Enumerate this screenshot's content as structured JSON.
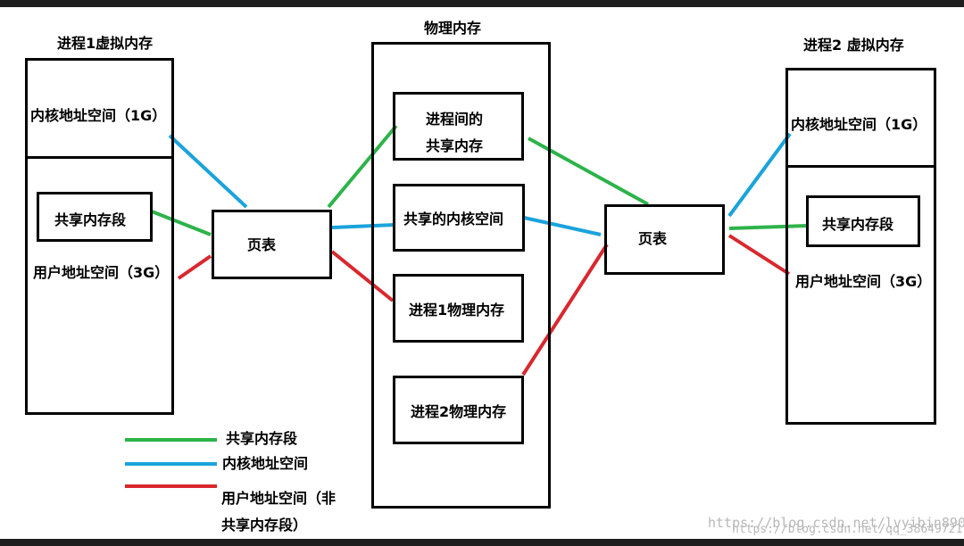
{
  "left_panel": {
    "title": "进程1虚拟内存",
    "kernel_label": "内核地址空间（1G）",
    "shared_label": "共享内存段",
    "user_label": "用户地址空间（3G）"
  },
  "left_page_table": {
    "label": "页表"
  },
  "middle_panel": {
    "title": "物理内存",
    "ipc_line1": "进程间的",
    "ipc_line2": "共享内存",
    "shared_kernel": "共享的内核空间",
    "proc1_phys": "进程1物理内存",
    "proc2_phys": "进程2物理内存"
  },
  "right_page_table": {
    "label": "页表"
  },
  "right_panel": {
    "title": "进程2 虚拟内存",
    "kernel_label": "内核地址空间（1G）",
    "shared_label": "共享内存段",
    "user_label": "用户地址空间（3G）"
  },
  "legend": {
    "shared_segment": "共享内存段",
    "kernel_space": "内核地址空间",
    "user_space_line1": "用户地址空间（非",
    "user_space_line2": "共享内存段）"
  },
  "colors": {
    "green": "#2db34a",
    "blue": "#1aa3dc",
    "red": "#d8282e"
  },
  "watermark": {
    "line1": "https://blog.csdn.net/lvyibin890",
    "line2": "https://blog.csdn.net/qq_38649721"
  }
}
